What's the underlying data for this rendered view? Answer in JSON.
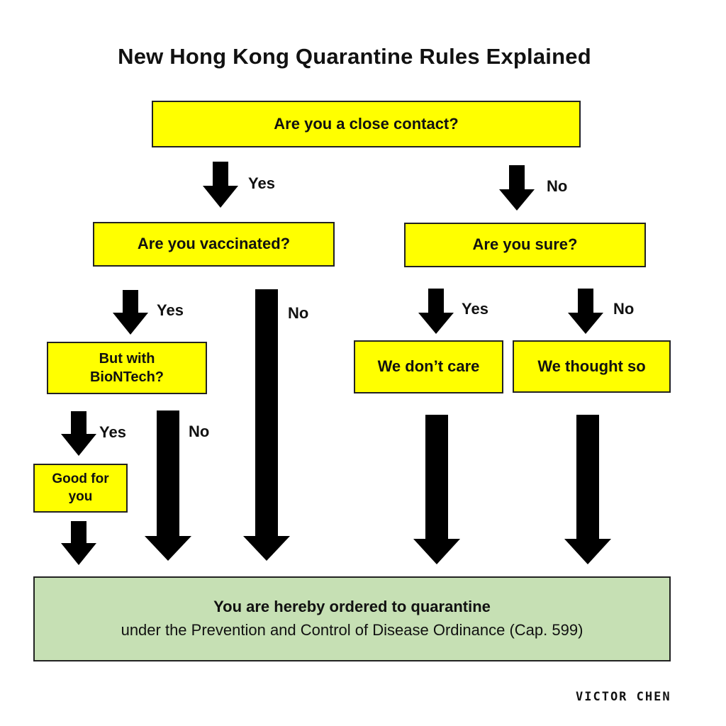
{
  "title": "New Hong Kong Quarantine Rules Explained",
  "nodes": {
    "close_contact": "Are you a close contact?",
    "vaccinated": "Are you vaccinated?",
    "sure": "Are you sure?",
    "biontech": "But with BioNTech?",
    "dont_care": "We don’t care",
    "thought_so": "We thought so",
    "good_for_you": "Good for you"
  },
  "edge_labels": {
    "close_contact_yes": "Yes",
    "close_contact_no": "No",
    "vaccinated_yes": "Yes",
    "vaccinated_no": "No",
    "sure_yes": "Yes",
    "sure_no": "No",
    "biontech_yes": "Yes",
    "biontech_no": "No"
  },
  "outcome": {
    "headline": "You are hereby ordered to quarantine",
    "subline": "under the Prevention and Control of Disease Ordinance (Cap. 599)"
  },
  "signature": "VICTOR CHEN",
  "colors": {
    "question_fill": "#ffff00",
    "outcome_fill": "#c6e0b4",
    "arrow": "#000000"
  }
}
